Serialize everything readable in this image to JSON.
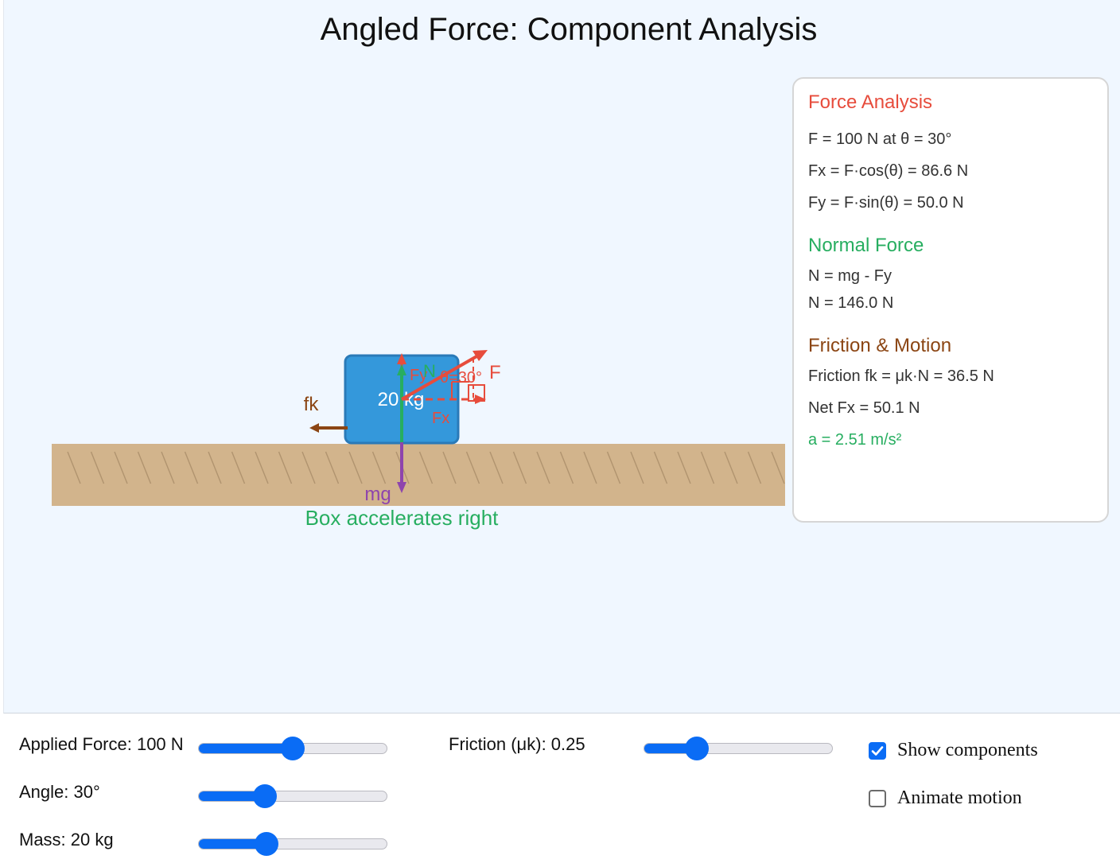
{
  "title": "Angled Force: Component Analysis",
  "scene": {
    "box_label": "20 kg",
    "arrow_labels": {
      "applied": "F",
      "normal": "N",
      "fy": "Fy",
      "fx": "Fx",
      "weight": "mg",
      "friction": "fk"
    },
    "angle_label": "θ=30°",
    "status": "Box accelerates right"
  },
  "panel": {
    "force_heading": "Force Analysis",
    "f_line": "F = 100 N at θ = 30°",
    "fx_line": "Fx = F·cos(θ) = 86.6 N",
    "fy_line": "Fy = F·sin(θ) = 50.0 N",
    "normal_heading": "Normal Force",
    "n_formula": "N = mg - Fy",
    "n_value": "N = 146.0 N",
    "friction_heading": "Friction & Motion",
    "fk_line": "Friction fk = μk·N = 36.5 N",
    "net_line": "Net Fx = 50.1 N",
    "accel_line": "a = 2.51 m/s²"
  },
  "controls": {
    "force_label": "Applied Force: 100 N",
    "angle_label": "Angle: 30°",
    "mass_label": "Mass: 20 kg",
    "friction_label": "Friction (μk): 0.25",
    "force_level": 0.5,
    "angle_level": 0.35,
    "mass_level": 0.36,
    "friction_level": 0.28,
    "show_components_label": "Show components",
    "show_components_checked": true,
    "animate_label": "Animate motion",
    "animate_checked": false
  },
  "colors": {
    "applied": "#e74c3c",
    "normal": "#27ae60",
    "weight": "#8e44ad",
    "friction": "#8b4513",
    "box": "#3498db",
    "box_border": "#2a7ab8",
    "ground": "#d2b48c",
    "accent": "#0a6cf5"
  }
}
